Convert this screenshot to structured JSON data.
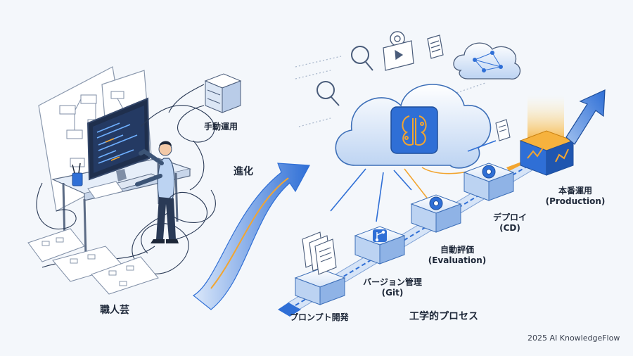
{
  "labels": {
    "manual_ops": "手動運用",
    "evolution": "進化",
    "craftsmanship": "職人芸",
    "engineering_process": "工学的プロセス",
    "prompt_dev": "プロンプト開発",
    "version_mgmt": "バージョン管理",
    "version_mgmt_sub": "(Git)",
    "auto_eval": "自動評価",
    "auto_eval_sub": "(Evaluation)",
    "deploy": "デプロイ",
    "deploy_sub": "(CD)",
    "production": "本番運用",
    "production_sub": "(Production)"
  },
  "credit": "2025 AI KnowledgeFlow",
  "colors": {
    "primary_blue": "#2f6fd6",
    "light_blue": "#cfe0f7",
    "orange": "#f2a530",
    "ink": "#1d2738",
    "background": "#f4f7fb"
  }
}
